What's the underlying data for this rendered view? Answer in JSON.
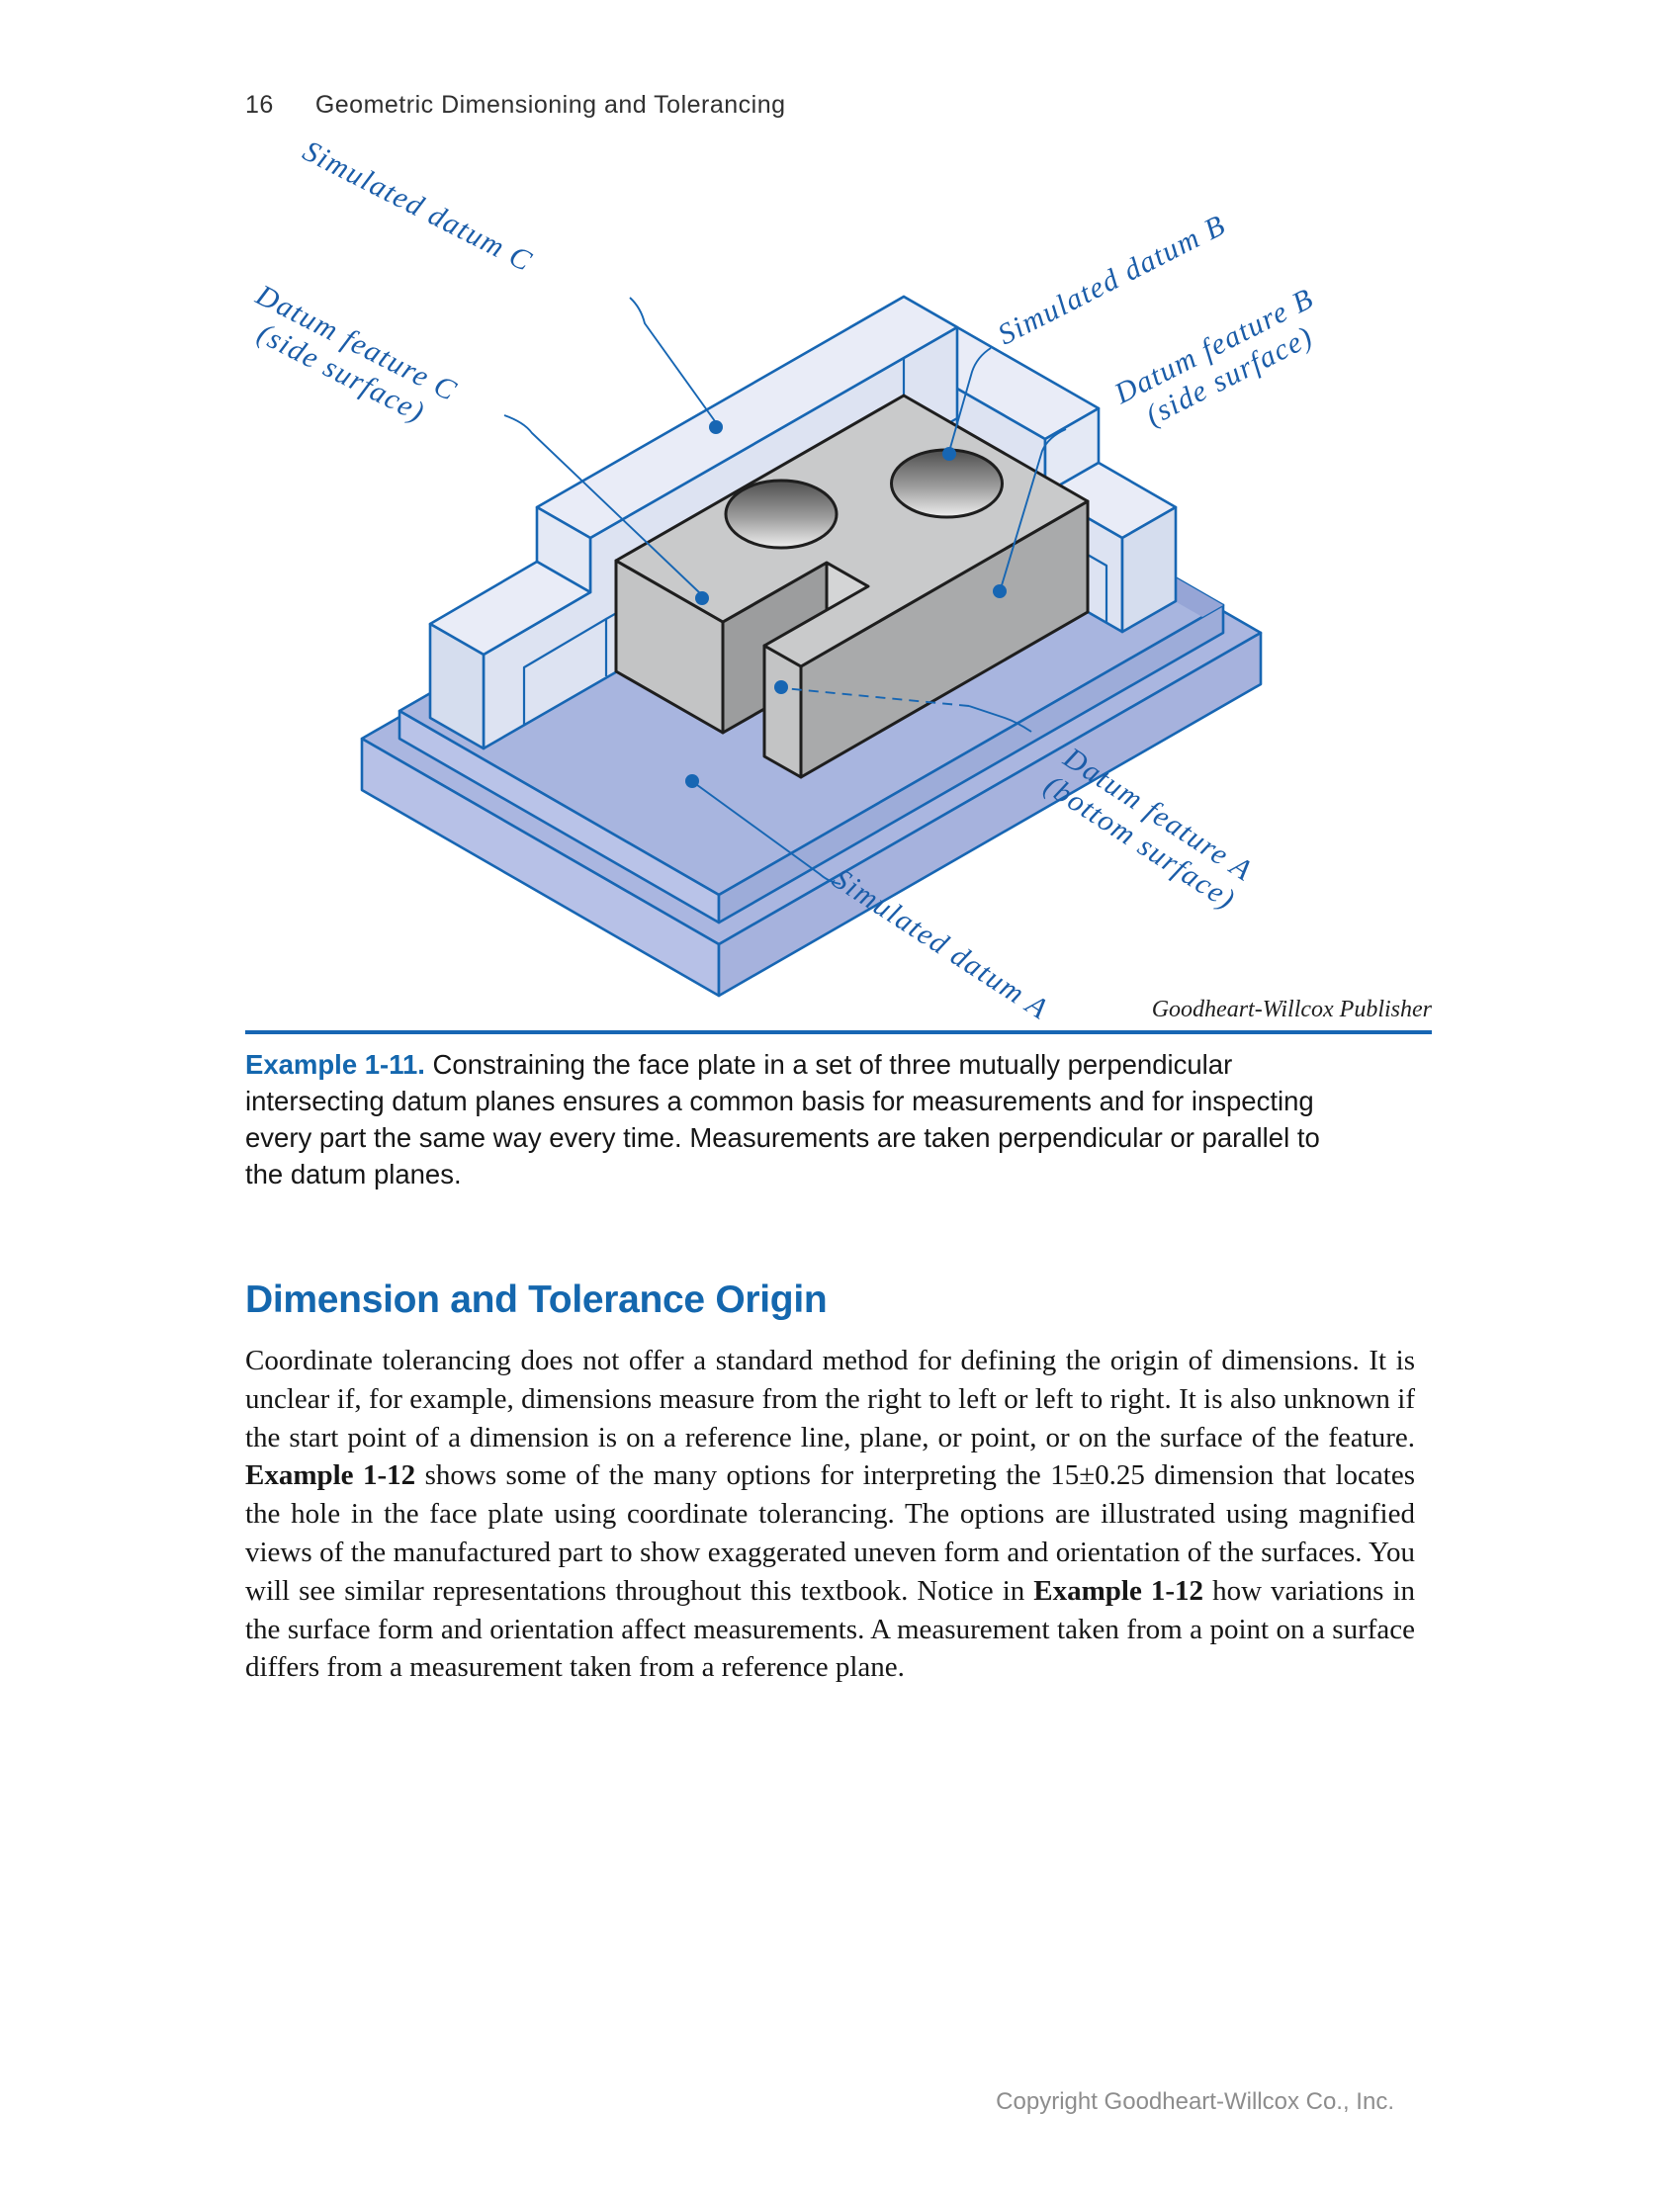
{
  "page": {
    "number": "16",
    "title": "Geometric Dimensioning and Tolerancing"
  },
  "figure": {
    "labels": {
      "simulated_datum_c": "Simulated datum C",
      "datum_feature_c_line1": "Datum feature C",
      "datum_feature_c_line2": "(side surface)",
      "simulated_datum_b": "Simulated datum B",
      "datum_feature_b_line1": "Datum feature B",
      "datum_feature_b_line2": "(side surface)",
      "datum_feature_a_line1": "Datum feature A",
      "datum_feature_a_line2": "(bottom surface)",
      "simulated_datum_a": "Simulated datum A"
    },
    "attribution": "Goodheart-Willcox Publisher"
  },
  "caption": {
    "label": "Example 1-11.",
    "text": " Constraining the face plate in a set of three mutually perpendicular intersecting datum planes ensures a common basis for measurements and for inspecting every part the same way every time. Measurements are taken perpendicular or parallel to the datum planes."
  },
  "section": {
    "heading": "Dimension and Tolerance Origin"
  },
  "body": {
    "seg1": "Coordinate tolerancing does not offer a standard method for defining the origin of dimensions. It is unclear if, for example, dimensions measure from the right to left or left to right. It is also unknown if the start point of a dimension is on a reference line, plane, or point, or on the surface of the feature. ",
    "bold1": "Example 1-12",
    "seg2": " shows some of the many options for interpreting the 15±0.25 dimension that locates the hole in the face plate using coordinate tolerancing. The options are illustrated using magnified views of the manufactured part to show exaggerated uneven form and orientation of the surfaces. You will see similar representations throughout this textbook. Notice in ",
    "bold2": "Example 1-12",
    "seg3": " how variations in the surface form and orientation affect measurements. A measurement taken from a point on a surface differs from a measurement taken from a reference plane."
  },
  "footer": {
    "copyright": "Copyright Goodheart-Willcox Co., Inc."
  },
  "colors": {
    "accent_blue": "#1467ae",
    "line_blue": "#1766b3",
    "label_blue": "#1a5ca8"
  }
}
